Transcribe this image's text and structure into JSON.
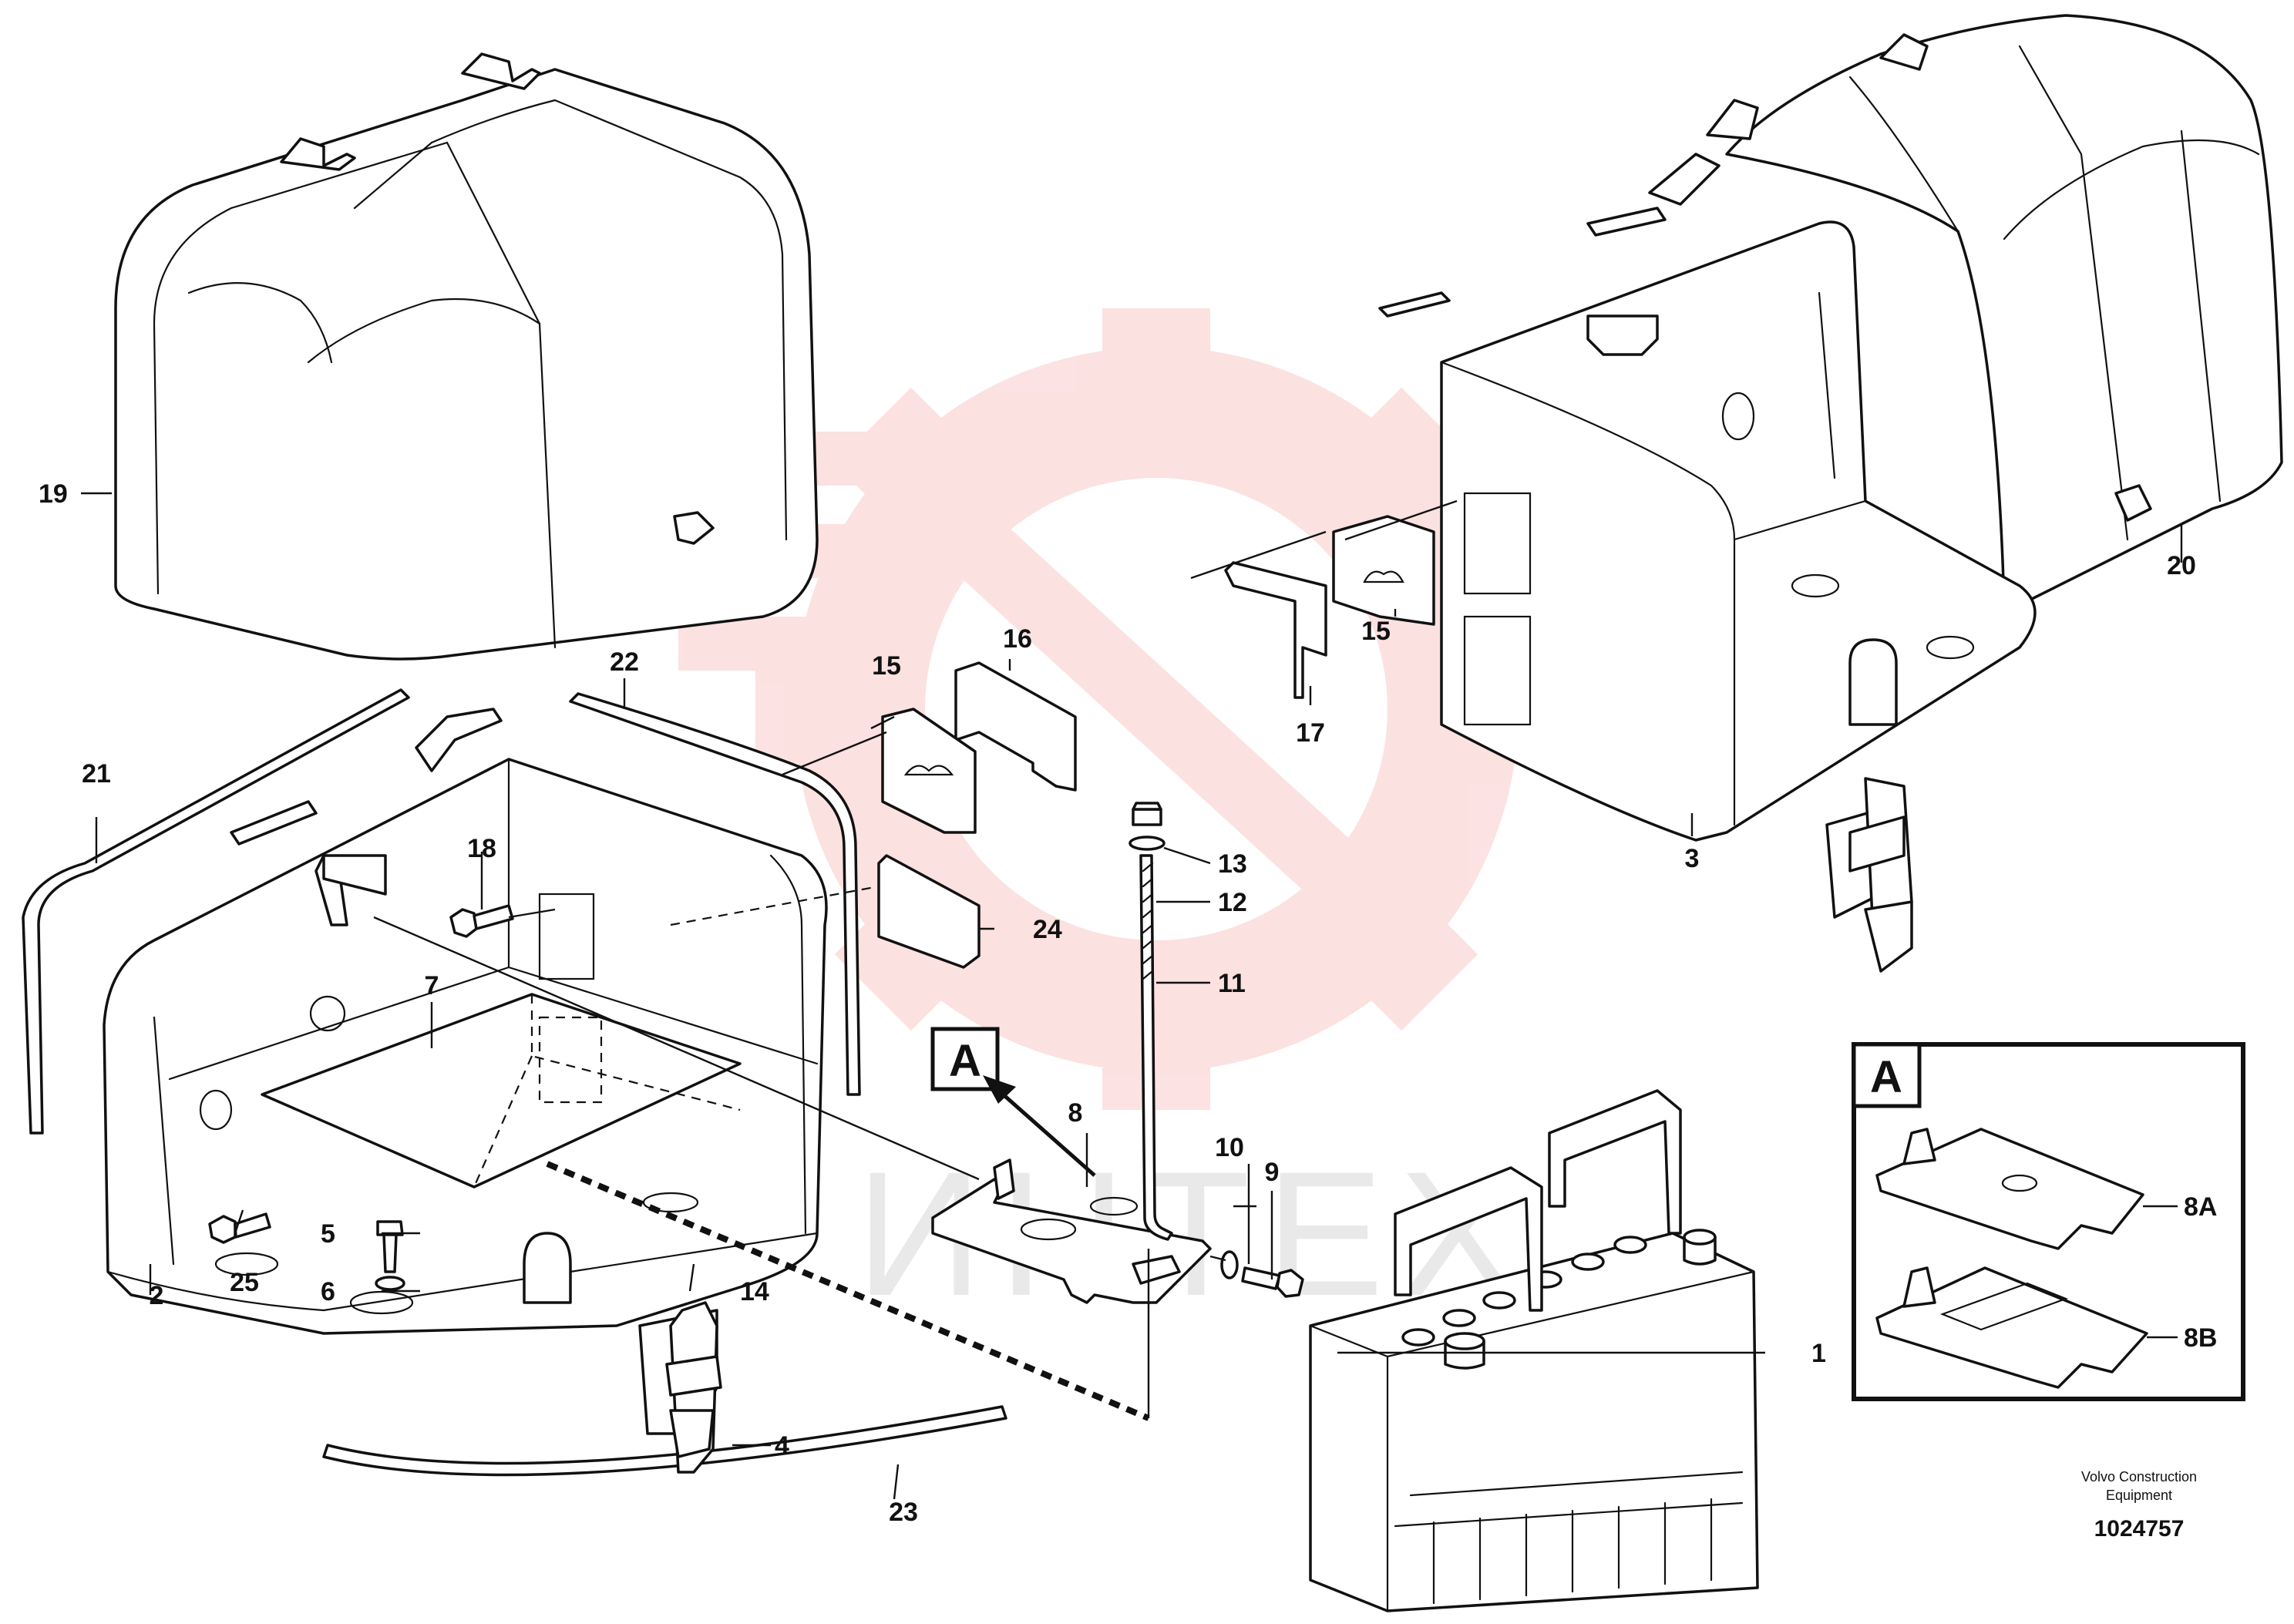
{
  "diagram": {
    "watermark_text": "ИНТЕХ",
    "watermark_color": "#e8201c",
    "detail_view": {
      "letter": "A",
      "variant_labels": [
        "8A",
        "8B"
      ]
    },
    "callout_letter": "A",
    "credit_line1": "Volvo Construction",
    "credit_line2": "Equipment",
    "document_number": "1024757",
    "part_labels": {
      "p1": "1",
      "p2": "2",
      "p3": "3",
      "p4": "4",
      "p5": "5",
      "p6": "6",
      "p7": "7",
      "p8": "8",
      "p9": "9",
      "p10": "10",
      "p11": "11",
      "p12": "12",
      "p13": "13",
      "p14": "14",
      "p15a": "15",
      "p15b": "15",
      "p16": "16",
      "p17": "17",
      "p18": "18",
      "p19": "19",
      "p20": "20",
      "p21": "21",
      "p22": "22",
      "p23": "23",
      "p24": "24",
      "p25": "25"
    }
  }
}
